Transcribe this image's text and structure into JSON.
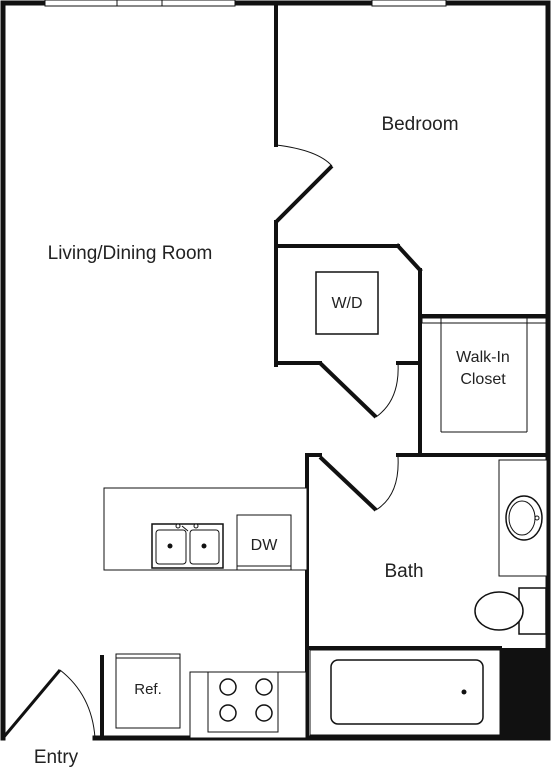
{
  "rooms": {
    "bedroom": "Bedroom",
    "living": "Living/Dining Room",
    "wd": "W/D",
    "closet_line1": "Walk-In",
    "closet_line2": "Closet",
    "bath": "Bath",
    "dw": "DW",
    "ref": "Ref.",
    "entry": "Entry"
  },
  "colors": {
    "wall": "#111111",
    "fixture": "#222222",
    "background": "#ffffff"
  }
}
